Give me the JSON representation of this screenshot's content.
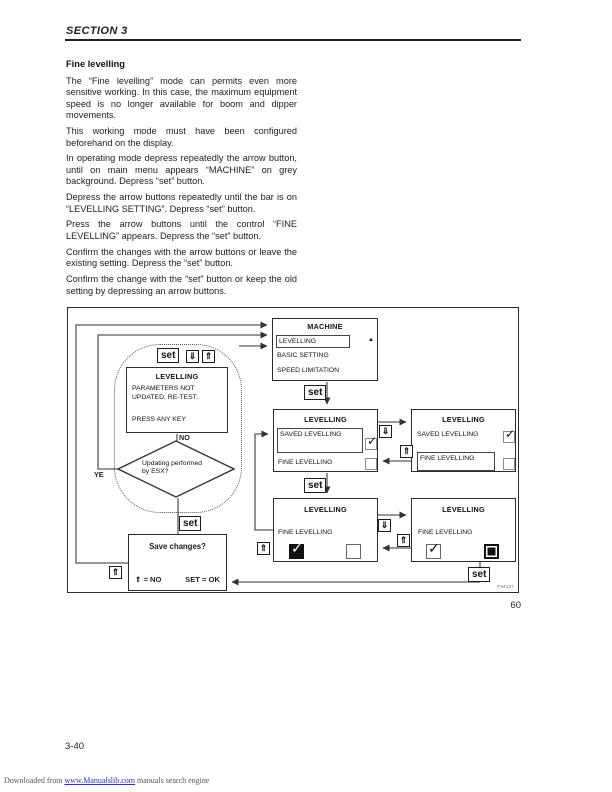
{
  "page": {
    "section_header": "SECTION 3",
    "figure_number": "F34127",
    "figure_page_ref": "60",
    "page_number": "3-40",
    "footer": {
      "prefix": "Downloaded from ",
      "link": "www.Manualslib.com",
      "suffix": " manuals search engine"
    }
  },
  "article": {
    "title": "Fine levelling",
    "paragraphs": [
      "The “Fine levelling” mode can permits even more sensitive working. In this case, the maximum equipment speed is no longer available for boom and dipper movements.",
      "This working mode must have been configured beforehand on the display.",
      "In operating mode depress repeatedly the arrow button, until on main menu appears “MACHINE” on grey background. Depress “set” button.",
      "Depress the arrow buttons repeatedly until the bar is on “LEVELLING SETTING”. Depress “set” button.",
      "Press the arrow buttons until the control “FINE LEVELLING” appears. Depress the “set” button.",
      "Confirm the changes with the arrow buttons or leave the existing setting. Depress the “set” button.",
      "Confirm the change with the “set” button or keep the old setting by depressing an arrow buttons."
    ]
  },
  "diagram": {
    "buttons": {
      "set": "set",
      "up": "⇑",
      "down": "⇓"
    },
    "icons": {
      "check": "✓",
      "up_triangle": "▲"
    },
    "machine_menu": {
      "title": "MACHINE",
      "selected_item": "LEVELLING",
      "item2": "BASIC SETTING",
      "item3": "SPEED LIMITATION"
    },
    "error_screen": {
      "title": "LEVELLING",
      "line1": "PARAMETERS NOT",
      "line2": "UPDATED. RE-TEST.",
      "prompt": "PRESS ANY KEY"
    },
    "decision": {
      "line1": "Updating performed",
      "line2": "by ESX?",
      "no_label": "NO",
      "yes_label": "YE"
    },
    "screen_saved_selected": {
      "title": "LEVELLING",
      "selected_item": "SAVED LEVELLING",
      "item2": "FINE LEVELLING"
    },
    "screen_fine_selected": {
      "title": "LEVELLING",
      "item1": "SAVED LEVELLING",
      "selected_item": "FINE LEVELLING"
    },
    "screen_fine_confirm": {
      "title": "LEVELLING",
      "item": "FINE LEVELLING"
    },
    "screen_fine_set": {
      "title": "LEVELLING",
      "item": "FINE LEVELLING"
    },
    "save_dialog": {
      "title": "Save changes?",
      "no_option": "⇑ = NO",
      "ok_option": "SET = OK"
    }
  }
}
